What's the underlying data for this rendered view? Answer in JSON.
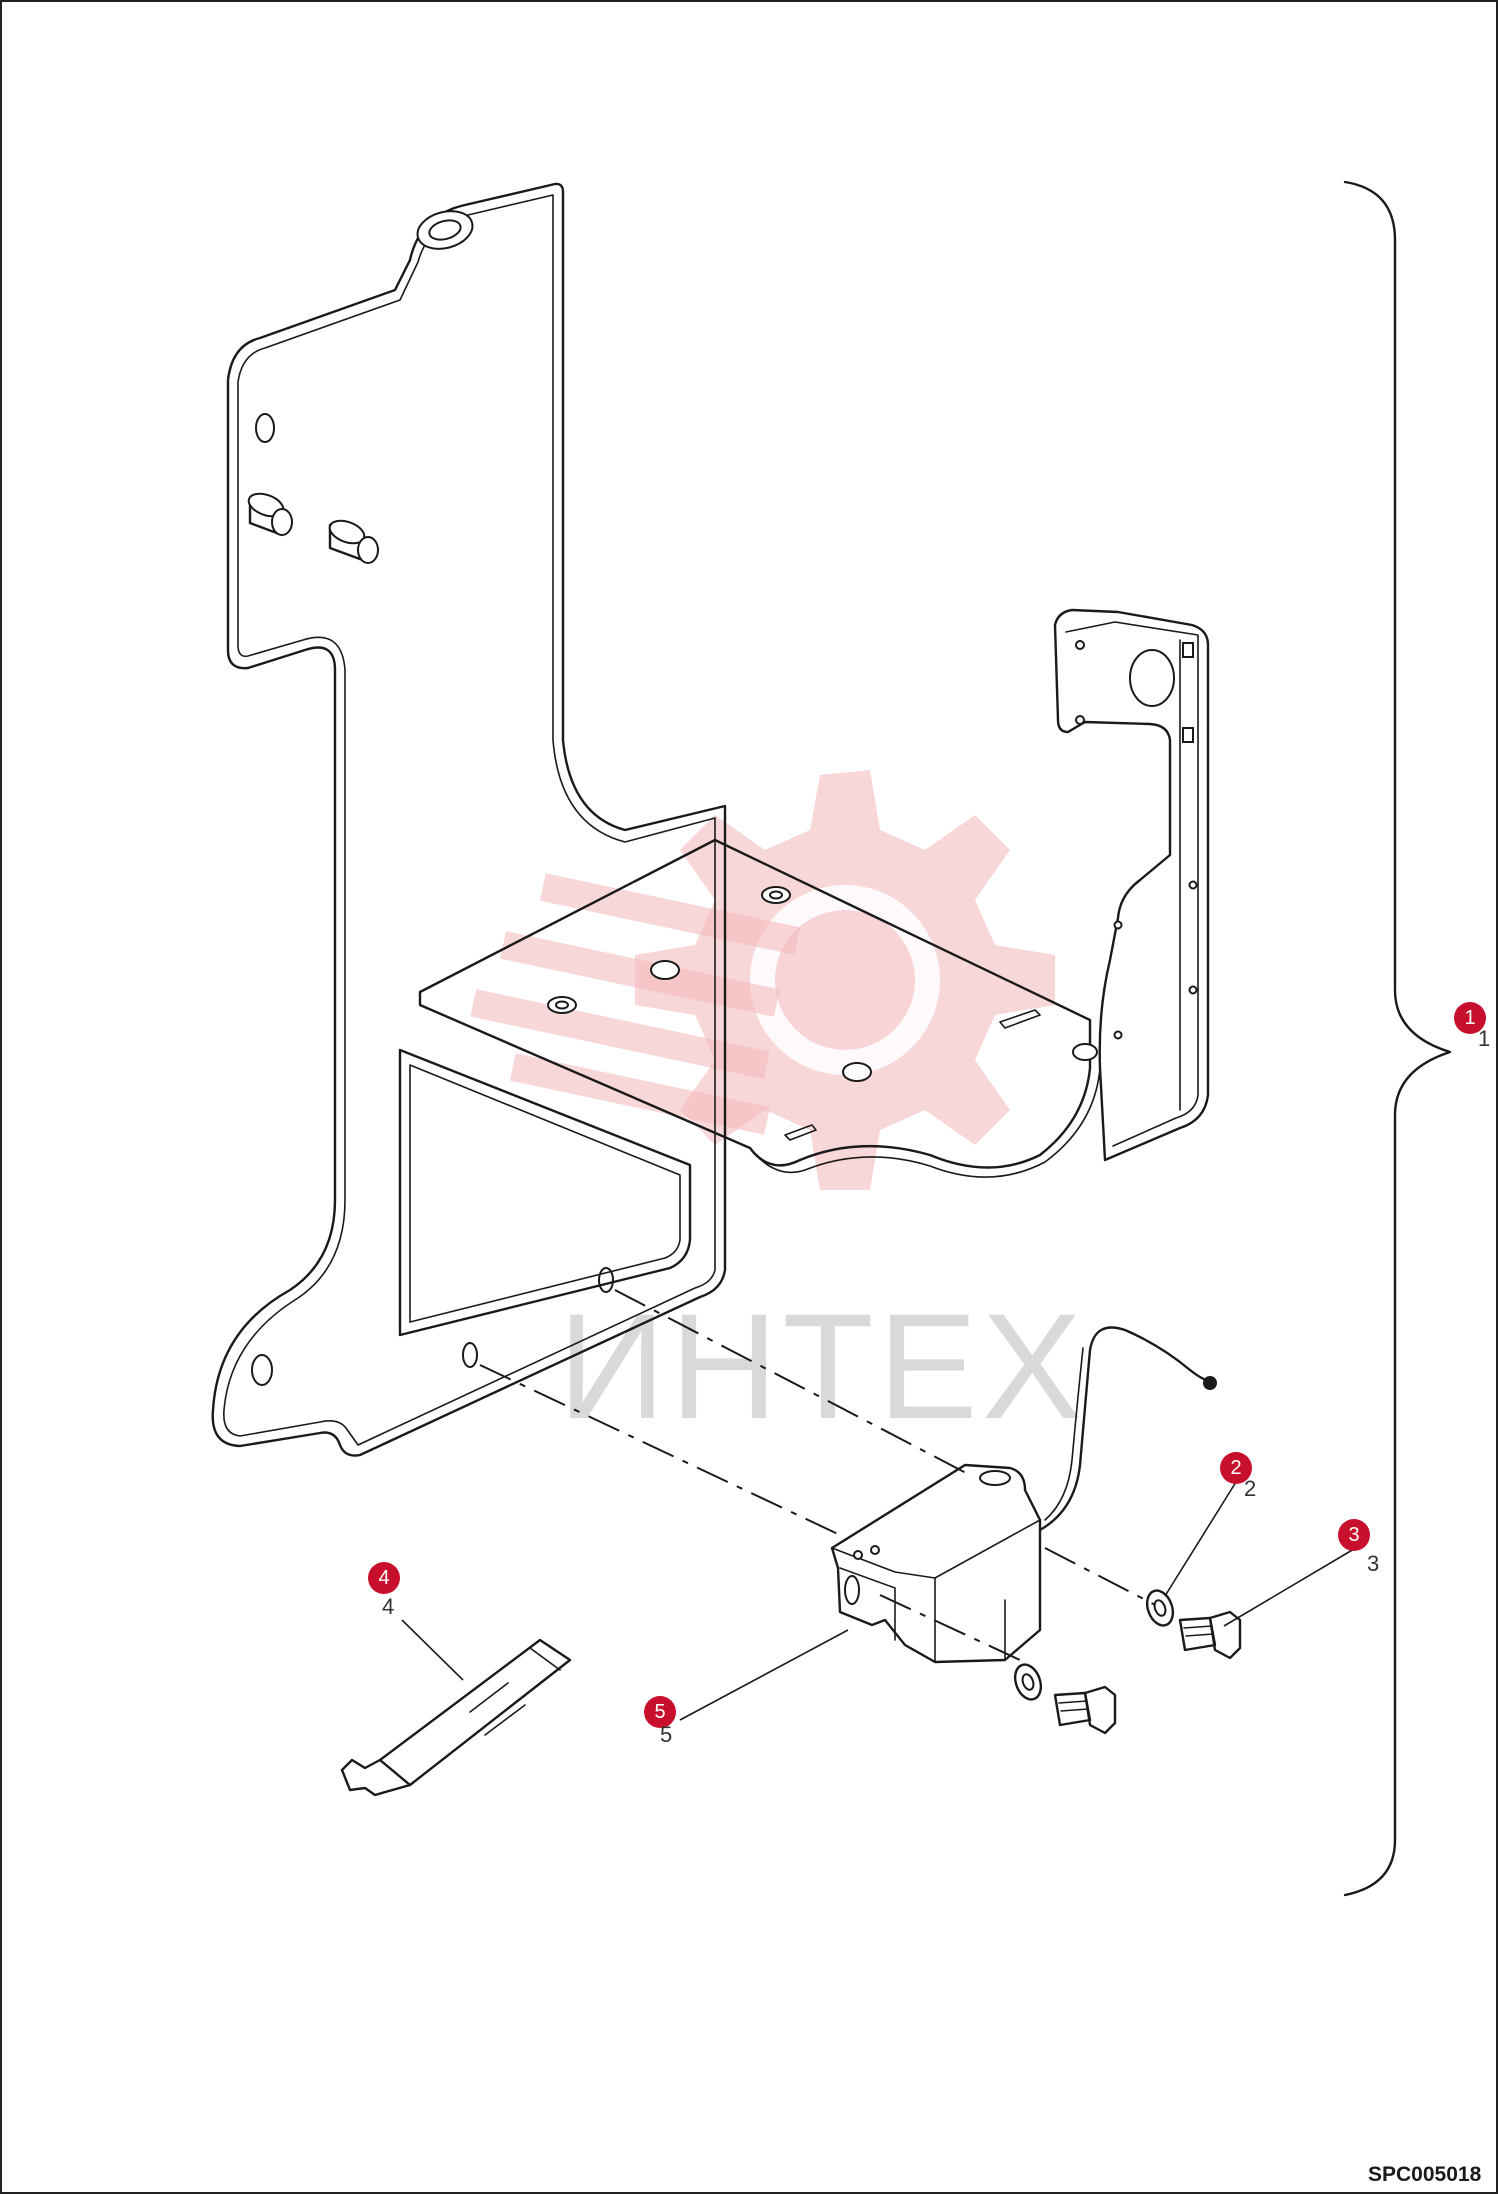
{
  "watermark": {
    "text": "ИНТЕХ",
    "color": "#f3b7b9"
  },
  "callouts": [
    {
      "label": "1",
      "ghost": "1"
    },
    {
      "label": "2",
      "ghost": "2"
    },
    {
      "label": "3",
      "ghost": "3"
    },
    {
      "label": "4",
      "ghost": "4"
    },
    {
      "label": "5",
      "ghost": "5"
    }
  ],
  "callout_color": "#c8102e",
  "reference_code": "SPC005018",
  "parts": [
    {
      "item": "1",
      "icon": "mounting-bracket-assembly-icon"
    },
    {
      "item": "2",
      "icon": "washer-icon"
    },
    {
      "item": "3",
      "icon": "bolt-icon"
    },
    {
      "item": "4",
      "icon": "grease-tube-icon"
    },
    {
      "item": "5",
      "icon": "solenoid-icon"
    }
  ]
}
